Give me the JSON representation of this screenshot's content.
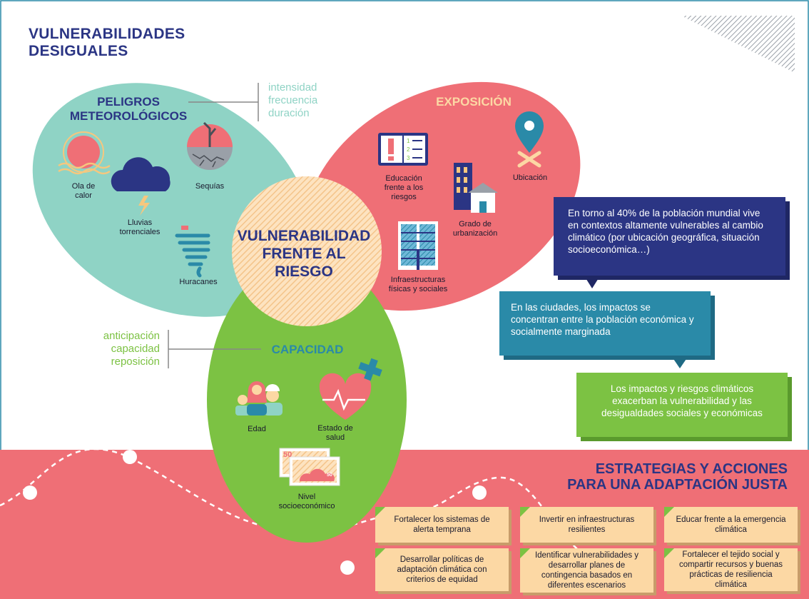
{
  "title": {
    "line1": "VULNERABILIDADES",
    "line2": "DESIGUALES"
  },
  "peligros": {
    "title_line1": "PELIGROS",
    "title_line2": "METEOROLÓGICOS",
    "attributes": [
      "intensidad",
      "frecuencia",
      "duración"
    ],
    "items": {
      "ola": [
        "Ola de",
        "calor"
      ],
      "lluvias": [
        "Lluvias",
        "torrenciales"
      ],
      "sequias": [
        "Sequías"
      ],
      "huracanes": [
        "Huracanes"
      ]
    }
  },
  "exposicion": {
    "title": "EXPOSICIÓN",
    "items": {
      "educacion": [
        "Educación",
        "frente a los",
        "riesgos"
      ],
      "ubicacion": [
        "Ubicación"
      ],
      "grado": [
        "Grado de",
        "urbanización"
      ],
      "infra": [
        "Infraestructuras",
        "físicas y sociales"
      ]
    }
  },
  "capacidad": {
    "title": "CAPACIDAD",
    "attributes": [
      "anticipación",
      "capacidad",
      "reposición"
    ],
    "items": {
      "edad": [
        "Edad"
      ],
      "salud": [
        "Estado de",
        "salud"
      ],
      "nivel": [
        "Nivel",
        "socioeconómico"
      ]
    },
    "money_labels": [
      "50",
      "50"
    ]
  },
  "center": {
    "line1": "VULNERABILIDAD",
    "line2": "FRENTE AL",
    "line3": "RIESGO"
  },
  "callouts": [
    "En torno al 40% de la población mundial vive en contextos altamente vulnerables al cambio climático (por ubicación geográfica, situación socioeconómica…)",
    "En las ciudades, los impactos se concentran entre la población económica y socialmente marginada",
    "Los impactos y riesgos climáticos exacerban la vulnerabilidad y las desigualdades sociales y económicas"
  ],
  "strategies": {
    "title_line1": "ESTRATEGIAS Y ACCIONES",
    "title_line2": "PARA UNA ADAPTACIÓN JUSTA",
    "cards": [
      "Fortalecer los sistemas de alerta temprana",
      "Invertir en infraestructuras resilientes",
      "Educar frente a la emergencia climática",
      "Desarrollar políticas de adaptación climática con criterios de equidad",
      "Identificar vulnerabilidades y desarrollar planes de contingencia basados en diferentes escenarios",
      "Fortalecer el tejido social y compartir recursos y buenas prácticas de resiliencia climática"
    ]
  },
  "colors": {
    "navy": "#2b3584",
    "teal_lobe": "#8fd3c5",
    "coral": "#ef6f76",
    "green": "#7cc243",
    "peach": "#fcd8a4",
    "teal_box": "#2a8aa8",
    "band": "#ef6f76"
  }
}
